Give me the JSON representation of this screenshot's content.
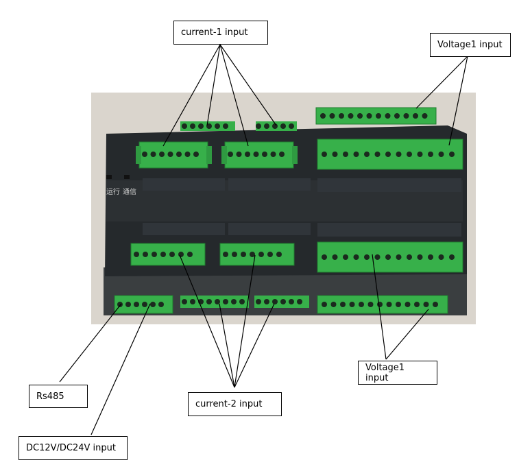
{
  "labels": {
    "current1": "current-1 input",
    "voltage1_top": "Voltage1 input",
    "voltage1_bottom": "Voltage1 input",
    "current2": "current-2 input",
    "rs485": "Rs485",
    "dc_power": "DC12V/DC24V input"
  },
  "device": {
    "status_run": "运行",
    "status_comm": "通信"
  },
  "colors": {
    "terminal_green": "#37b04a",
    "housing": "#262a2d",
    "background_wall": "#d9d4cc"
  }
}
